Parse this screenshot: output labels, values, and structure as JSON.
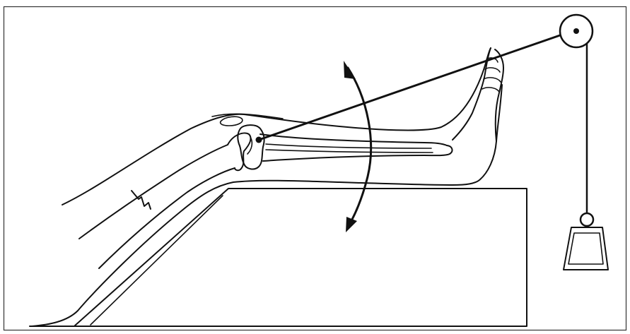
{
  "figure": {
    "colors": {
      "line": "#111111",
      "background": "#ffffff",
      "frame": "#333333"
    },
    "parts": [
      "frame",
      "bed-support",
      "leg",
      "femur",
      "fracture",
      "tibia",
      "fibula",
      "foot",
      "traction-cord",
      "pulley",
      "weight",
      "motion-arrow"
    ]
  }
}
